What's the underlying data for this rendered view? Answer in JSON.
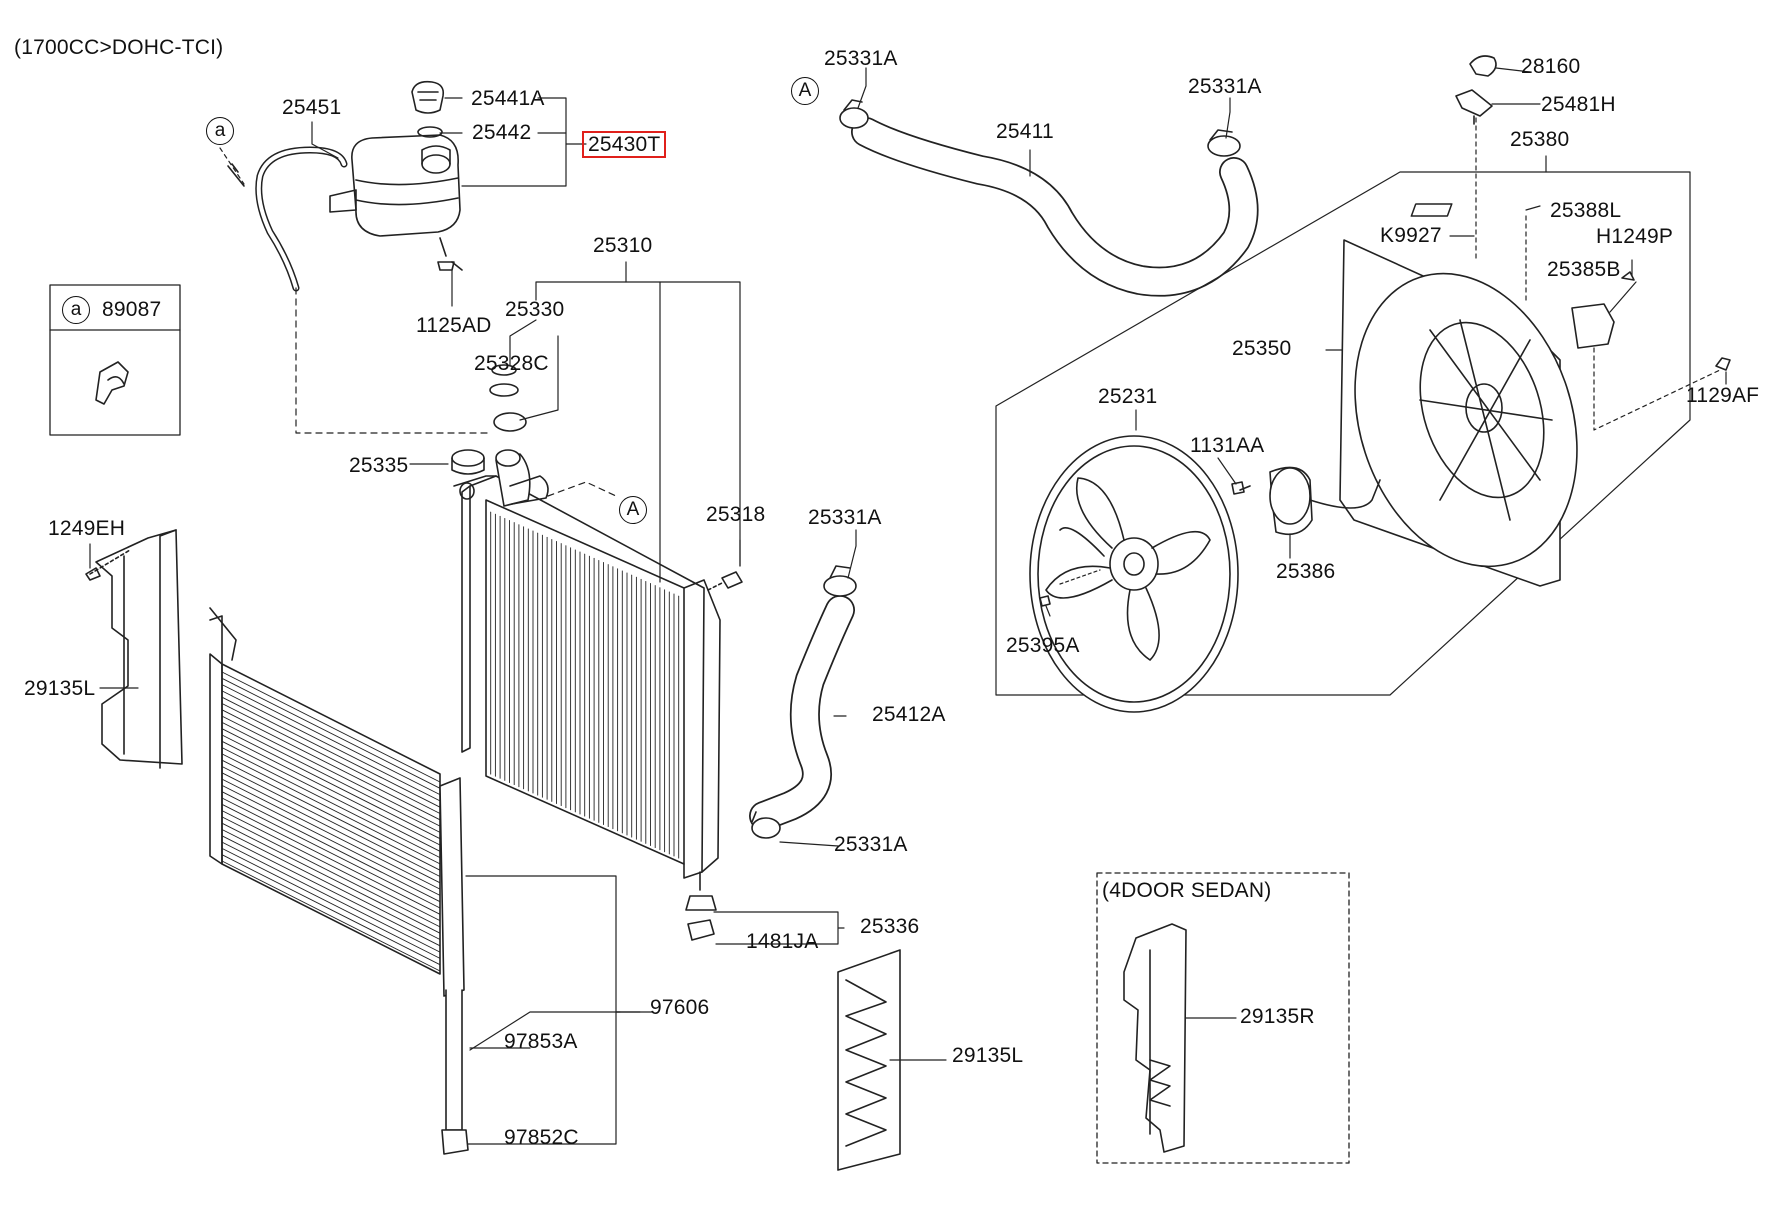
{
  "header": {
    "condition": "(1700CC>DOHC-TCI)"
  },
  "highlight_color": "#e0201b",
  "legend_box": {
    "marker": "a",
    "part": "89087"
  },
  "callouts": {
    "a": "a",
    "A_upper": "A",
    "A_middle": "A"
  },
  "inset_box": {
    "title": "(4DOOR SEDAN)",
    "part": "29135R"
  },
  "parts": {
    "p25451": "25451",
    "p25441A": "25441A",
    "p25442": "25442",
    "p25430T": "25430T",
    "p1125AD": "1125AD",
    "p25310": "25310",
    "p25330": "25330",
    "p25328C": "25328C",
    "p25335": "25335",
    "p25318": "25318",
    "p1249EH": "1249EH",
    "p29135L_left": "29135L",
    "p25331A_top1": "25331A",
    "p25331A_top2": "25331A",
    "p25411": "25411",
    "p25331A_mid": "25331A",
    "p25412A": "25412A",
    "p25331A_low": "25331A",
    "p25336": "25336",
    "p1481JA": "1481JA",
    "p97606": "97606",
    "p97853A": "97853A",
    "p97852C": "97852C",
    "p29135L_bottom": "29135L",
    "p28160": "28160",
    "p25481H": "25481H",
    "p25380": "25380",
    "p25388L": "25388L",
    "pK9927": "K9927",
    "pH1249P": "H1249P",
    "p25385B": "25385B",
    "p25350": "25350",
    "p1129AF": "1129AF",
    "p25231": "25231",
    "p1131AA": "1131AA",
    "p25386": "25386",
    "p25395A": "25395A"
  }
}
